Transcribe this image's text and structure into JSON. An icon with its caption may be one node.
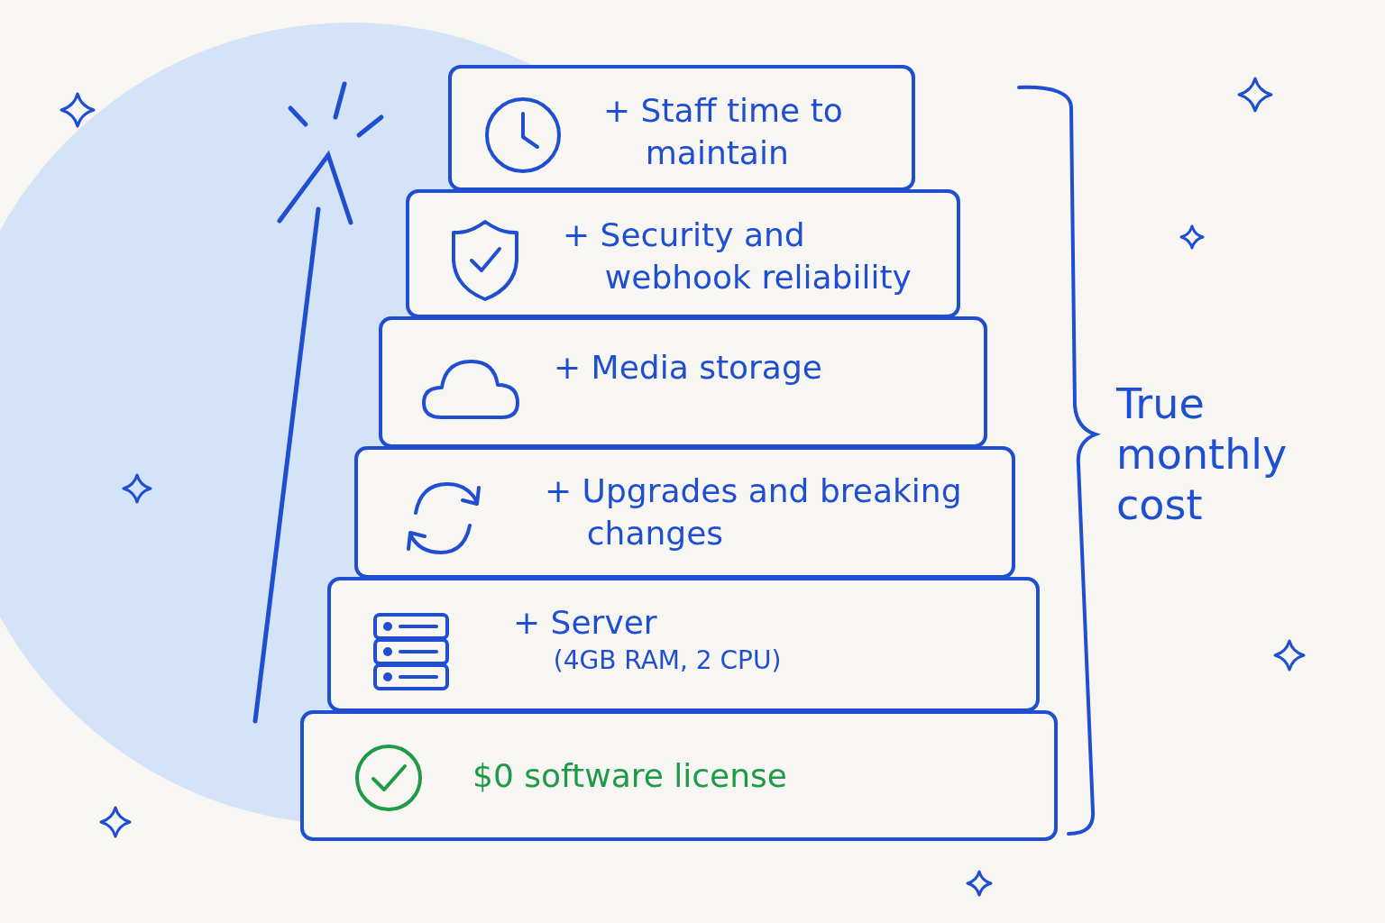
{
  "diagram": {
    "nodes": [
      {
        "text": [
          "+ Staff time to maintain"
        ]
      },
      {
        "text": [
          "+ Security and webhook reliability"
        ]
      },
      {
        "text": [
          "+ Media storage"
        ]
      },
      {
        "text": [
          "+ Upgrades and breaking changes"
        ]
      },
      {
        "text": [
          "+ Server",
          "(4GB RAM, 2 CPU)"
        ]
      },
      {
        "text": [
          "$0 software license"
        ]
      }
    ],
    "labels": [
      "True monthly cost"
    ]
  }
}
